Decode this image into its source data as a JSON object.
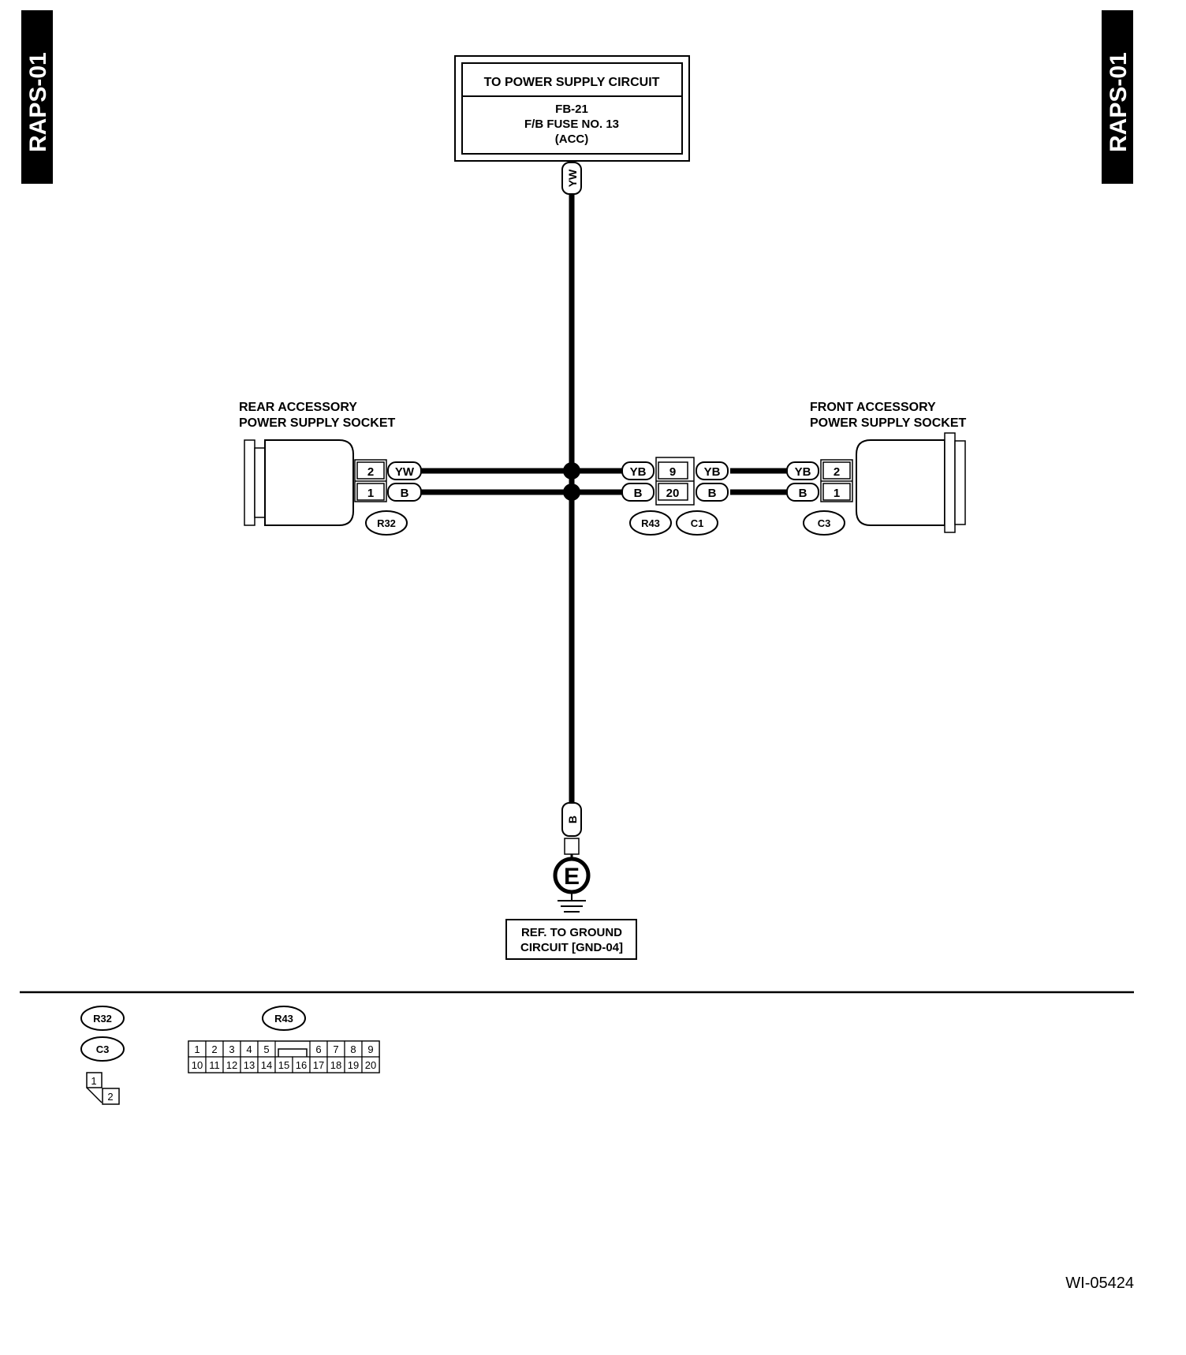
{
  "side_tabs": {
    "left": "RAPS-01",
    "right": "RAPS-01"
  },
  "power_box": {
    "title": "TO POWER SUPPLY CIRCUIT",
    "line1": "FB-21",
    "line2": "F/B FUSE NO. 13",
    "line3": "(ACC)"
  },
  "top_wire_color": "YW",
  "rear_socket": {
    "label_line1": "REAR ACCESSORY",
    "label_line2": "POWER SUPPLY SOCKET",
    "pin_upper": "2",
    "pin_lower": "1",
    "wire_upper": "YW",
    "wire_lower": "B",
    "connector": "R32"
  },
  "middle_connector": {
    "left_wire_upper": "YB",
    "left_wire_lower": "B",
    "pin_upper": "9",
    "pin_lower": "20",
    "right_wire_upper": "YB",
    "right_wire_lower": "B",
    "connector_left": "R43",
    "connector_right": "C1"
  },
  "front_socket": {
    "label_line1": "FRONT ACCESSORY",
    "label_line2": "POWER SUPPLY SOCKET",
    "wire_upper": "YB",
    "wire_lower": "B",
    "pin_upper": "2",
    "pin_lower": "1",
    "connector": "C3"
  },
  "ground": {
    "wire_color": "B",
    "symbol": "E",
    "ref_line1": "REF. TO GROUND",
    "ref_line2": "CIRCUIT [GND-04]"
  },
  "legend": {
    "conn_a": "R32",
    "conn_b": "C3",
    "small_pin1": "1",
    "small_pin2": "2",
    "conn_c": "R43",
    "r43_row1": [
      "1",
      "2",
      "3",
      "4",
      "5",
      "6",
      "7",
      "8",
      "9"
    ],
    "r43_row2": [
      "10",
      "11",
      "12",
      "13",
      "14",
      "15",
      "16",
      "17",
      "18",
      "19",
      "20"
    ]
  },
  "figure_id": "WI-05424"
}
